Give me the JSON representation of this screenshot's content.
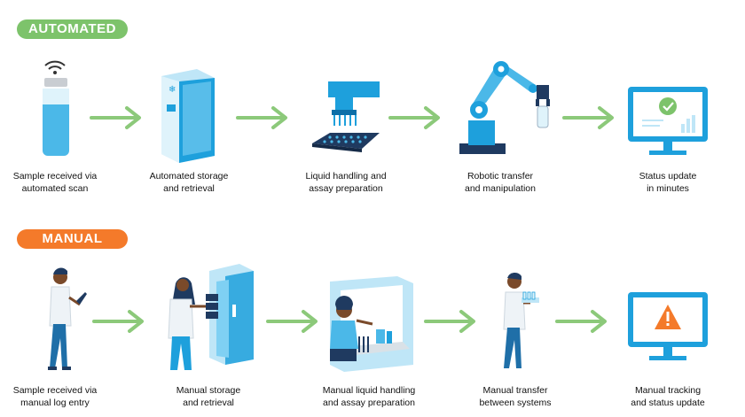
{
  "sections": {
    "automated": {
      "label": "AUTOMATED",
      "steps": [
        {
          "line1": "Sample received via",
          "line2": "automated scan"
        },
        {
          "line1": "Automated storage",
          "line2": "and retrieval"
        },
        {
          "line1": "Liquid handling and",
          "line2": "assay preparation"
        },
        {
          "line1": "Robotic transfer",
          "line2": "and manipulation"
        },
        {
          "line1": "Status update",
          "line2": "in minutes"
        }
      ]
    },
    "manual": {
      "label": "MANUAL",
      "steps": [
        {
          "line1": "Sample received via",
          "line2": "manual log entry"
        },
        {
          "line1": "Manual storage",
          "line2": "and retrieval"
        },
        {
          "line1": "Manual liquid handling",
          "line2": "and assay preparation"
        },
        {
          "line1": "Manual transfer",
          "line2": "between systems"
        },
        {
          "line1": "Manual tracking",
          "line2": "and status update"
        }
      ]
    }
  },
  "colors": {
    "automated_accent": "#7dc36b",
    "manual_accent": "#f47a2a",
    "arrow": "#8cc97a",
    "equipment_blue": "#1ea0dc",
    "light_blue": "#bfe6f7",
    "navy": "#1f3a60"
  }
}
